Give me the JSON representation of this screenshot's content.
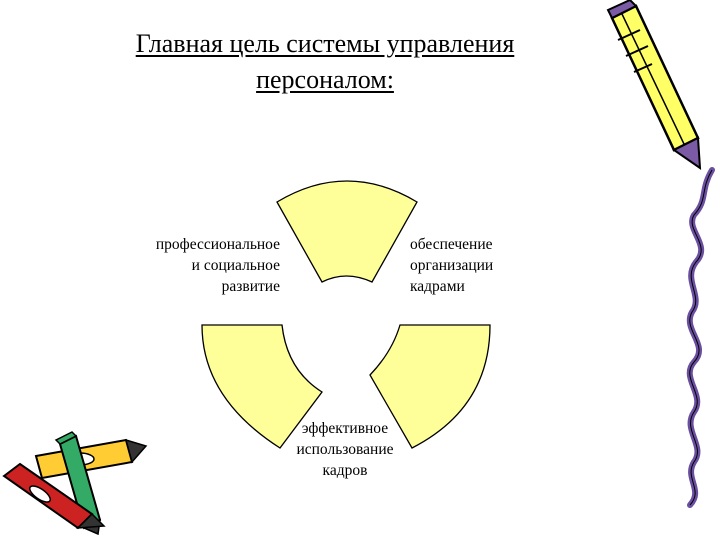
{
  "slide": {
    "title_lines": [
      "Главная цель системы управления",
      "персоналом:"
    ]
  },
  "diagram": {
    "sector_fill": "#ffff99",
    "sector_stroke": "#000000",
    "labels": {
      "left": [
        "профессиональное",
        "и социальное",
        "развитие"
      ],
      "right": [
        "обеспечение",
        "организации",
        "кадрами"
      ],
      "bottom": [
        "эффективное",
        "использование",
        "кадров"
      ]
    }
  },
  "decorations": {
    "pencil_icon_colors": {
      "body": "#ffff66",
      "tip": "#7b5ba6",
      "outline": "#000000"
    },
    "crayon_icon_colors": {
      "red": "#cc2222",
      "yellow": "#ffcc33",
      "green": "#33aa66"
    },
    "ribbon_color": "#6a4ea0"
  }
}
